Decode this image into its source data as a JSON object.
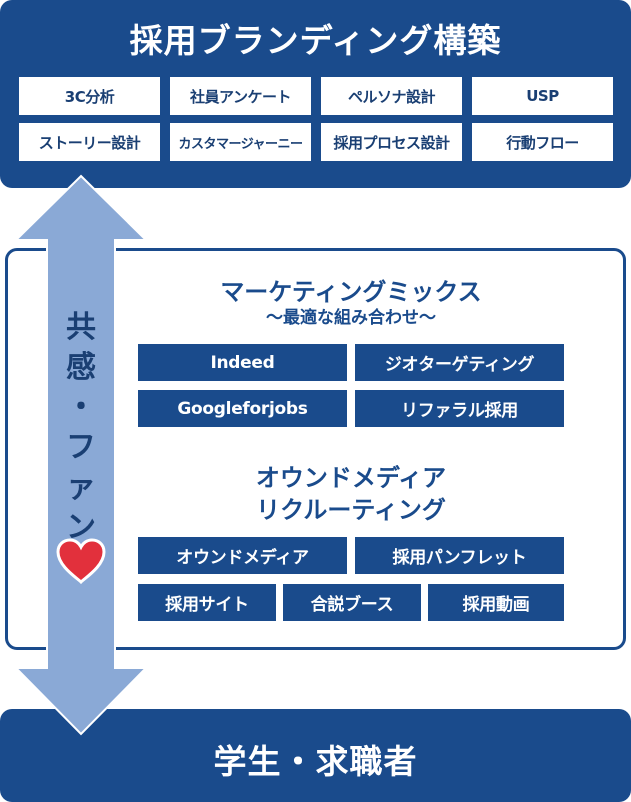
{
  "header": {
    "title": "採用ブランディング構築",
    "items": [
      "3C分析",
      "社員アンケート",
      "ペルソナ設計",
      "USP",
      "ストーリー設計",
      "カスタマージャーニー",
      "採用プロセス設計",
      "行動フロー"
    ]
  },
  "marketing": {
    "title": "マーケティングミックス",
    "subtitle": "〜最適な組み合わせ〜",
    "items": [
      "Indeed",
      "ジオターゲティング",
      "Googleforjobs",
      "リファラル採用"
    ]
  },
  "owned": {
    "title_line1": "オウンドメディア",
    "title_line2": "リクルーティング",
    "items": [
      "オウンドメディア",
      "採用パンフレット",
      "採用サイト",
      "合説ブース",
      "採用動画"
    ]
  },
  "arrow": {
    "label_chars": [
      "共",
      "感",
      "・",
      "フ",
      "ァ",
      "ン"
    ]
  },
  "footer": {
    "title": "学生・求職者"
  },
  "colors": {
    "primary": "#1a4b8c",
    "arrow": "#8aa9d6",
    "heart": "#e2303c"
  }
}
